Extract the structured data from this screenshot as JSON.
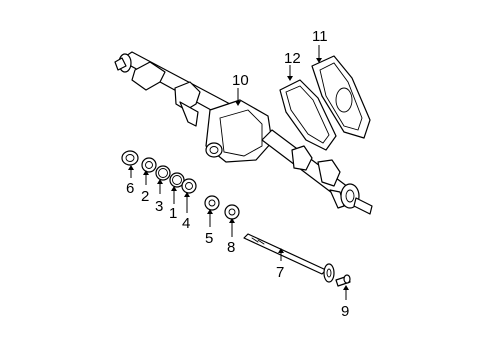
{
  "diagram": {
    "callouts": [
      {
        "id": "1",
        "label": "1",
        "part": "bearing-shim"
      },
      {
        "id": "2",
        "label": "2",
        "part": "seal"
      },
      {
        "id": "3",
        "label": "3",
        "part": "shim"
      },
      {
        "id": "4",
        "label": "4",
        "part": "bearing"
      },
      {
        "id": "5",
        "label": "5",
        "part": "washer"
      },
      {
        "id": "6",
        "label": "6",
        "part": "seal"
      },
      {
        "id": "7",
        "label": "7",
        "part": "axle-shaft"
      },
      {
        "id": "8",
        "label": "8",
        "part": "washer"
      },
      {
        "id": "9",
        "label": "9",
        "part": "bolt"
      },
      {
        "id": "10",
        "label": "10",
        "part": "axle-housing"
      },
      {
        "id": "11",
        "label": "11",
        "part": "cover"
      },
      {
        "id": "12",
        "label": "12",
        "part": "gasket"
      }
    ]
  }
}
